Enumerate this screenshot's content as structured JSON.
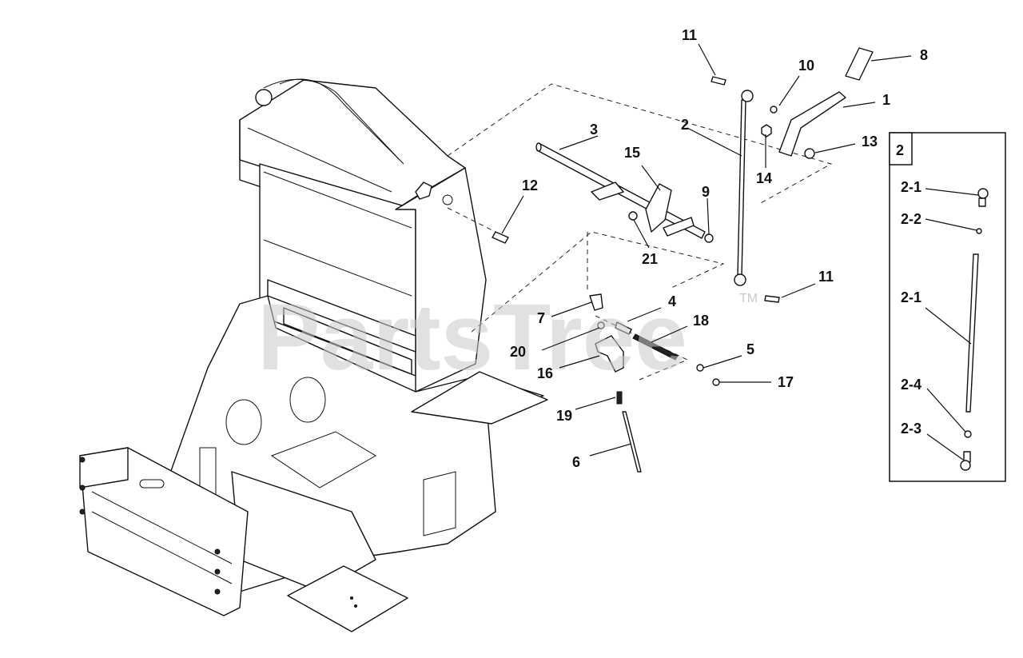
{
  "watermark": {
    "text": "PartsTree",
    "tm": "TM"
  },
  "inset": {
    "title": "2"
  },
  "callouts": [
    {
      "id": "c1",
      "label": "1"
    },
    {
      "id": "c2",
      "label": "2"
    },
    {
      "id": "c3",
      "label": "3"
    },
    {
      "id": "c4",
      "label": "4"
    },
    {
      "id": "c5",
      "label": "5"
    },
    {
      "id": "c6",
      "label": "6"
    },
    {
      "id": "c7",
      "label": "7"
    },
    {
      "id": "c8",
      "label": "8"
    },
    {
      "id": "c9",
      "label": "9"
    },
    {
      "id": "c10",
      "label": "10"
    },
    {
      "id": "c11a",
      "label": "11"
    },
    {
      "id": "c11b",
      "label": "11"
    },
    {
      "id": "c12",
      "label": "12"
    },
    {
      "id": "c13",
      "label": "13"
    },
    {
      "id": "c14",
      "label": "14"
    },
    {
      "id": "c15",
      "label": "15"
    },
    {
      "id": "c16",
      "label": "16"
    },
    {
      "id": "c17",
      "label": "17"
    },
    {
      "id": "c18",
      "label": "18"
    },
    {
      "id": "c19",
      "label": "19"
    },
    {
      "id": "c20",
      "label": "20"
    },
    {
      "id": "c21",
      "label": "21"
    },
    {
      "id": "i21a",
      "label": "2-1"
    },
    {
      "id": "i22",
      "label": "2-2"
    },
    {
      "id": "i21b",
      "label": "2-1"
    },
    {
      "id": "i24",
      "label": "2-4"
    },
    {
      "id": "i23",
      "label": "2-3"
    }
  ]
}
